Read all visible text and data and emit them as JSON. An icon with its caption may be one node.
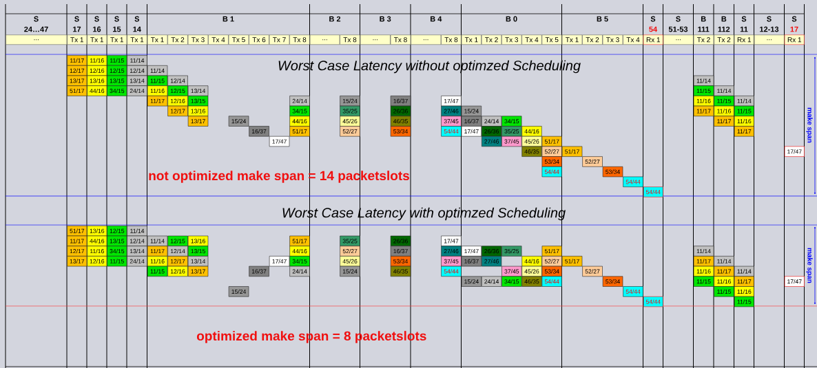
{
  "diagram": {
    "labels": [
      "S",
      "S",
      "S",
      "S",
      "S",
      "B 1",
      "B 2",
      "B 3",
      "B 4",
      "B 0",
      "B 5",
      "S",
      "S",
      "B",
      "B",
      "S",
      "S",
      "S",
      "24…47",
      "17",
      "16",
      "15",
      "14",
      "54",
      "51-53",
      "111",
      "112",
      "11",
      "12-13",
      "17",
      "...",
      "Tx 1",
      "Tx 1",
      "Tx 1",
      "Tx 1",
      "Tx 1",
      "Tx 2",
      "Tx 3",
      "Tx 4",
      "Tx 5",
      "Tx 6",
      "Tx 7",
      "Tx 8",
      "...",
      "Tx 8",
      "...",
      "Tx 8",
      "...",
      "Tx 8",
      "Tx 1",
      "Tx 2",
      "Tx 3",
      "Tx 4",
      "Tx 5",
      "Tx 1",
      "Tx 2",
      "Tx 3",
      "Tx 4",
      "Rx 1",
      "...",
      "Tx 2",
      "Tx 2",
      "Rx 1",
      "...",
      "Rx 1",
      "Worst Case Latency without optimzed Scheduling",
      "11/17",
      "11/16",
      "11/15",
      "11/14",
      "12/17",
      "12/16",
      "12/15",
      "12/14",
      "11/14",
      "13/17",
      "13/16",
      "13/15",
      "13/14",
      "11/15",
      "12/14",
      "11/14",
      "51/17",
      "44/16",
      "34/15",
      "24/14",
      "11/16",
      "12/15",
      "13/14",
      "11/15",
      "11/14",
      "11/17",
      "12/16",
      "13/15",
      "24/14",
      "15/24",
      "16/37",
      "17/47",
      "11/16",
      "11/15",
      "11/14",
      "12/17",
      "13/16",
      "34/15",
      "35/25",
      "26/36",
      "27/46",
      "15/24",
      "11/17",
      "11/16",
      "11/15",
      "13/17",
      "15/24",
      "44/16",
      "45/26",
      "46/35",
      "37/45",
      "16/37",
      "24/14",
      "34/15",
      "11/17",
      "11/16",
      "16/37",
      "51/17",
      "52/27",
      "53/34",
      "54/44",
      "17/47",
      "26/36",
      "35/25",
      "44/16",
      "11/17",
      "17/47",
      "27/46",
      "37/45",
      "45/26",
      "51/17",
      "46/35",
      "52/27",
      "51/17",
      "17/47",
      "53/34",
      "52/27",
      "54/44",
      "53/34",
      "54/44",
      "54/44",
      "not optimized make span = 14 packetslots",
      "make span",
      "Worst Case Latency with optimzed Scheduling",
      "51/17",
      "13/16",
      "12/15",
      "11/14",
      "11/17",
      "44/16",
      "13/15",
      "12/14",
      "11/14",
      "12/15",
      "13/16",
      "51/17",
      "35/25",
      "26/36",
      "17/47",
      "12/17",
      "11/16",
      "34/15",
      "13/14",
      "11/17",
      "12/14",
      "13/15",
      "44/16",
      "52/27",
      "16/37",
      "27/46",
      "17/47",
      "26/36",
      "35/25",
      "51/17",
      "11/14",
      "13/17",
      "12/16",
      "11/15",
      "24/14",
      "11/16",
      "12/17",
      "13/14",
      "17/47",
      "34/15",
      "45/26",
      "53/34",
      "37/45",
      "16/37",
      "27/46",
      "44/16",
      "52/27",
      "51/17",
      "11/17",
      "11/14",
      "11/15",
      "12/16",
      "13/17",
      "16/37",
      "24/14",
      "15/24",
      "46/35",
      "54/44",
      "37/45",
      "45/26",
      "53/34",
      "52/27",
      "11/16",
      "11/17",
      "11/14",
      "15/24",
      "24/14",
      "34/15",
      "46/35",
      "54/44",
      "53/34",
      "11/15",
      "11/16",
      "11/17",
      "17/47",
      "15/24",
      "54/44",
      "11/15",
      "11/16",
      "54/44",
      "11/15",
      "make span",
      "optimized make span = 8 packetslots"
    ]
  }
}
